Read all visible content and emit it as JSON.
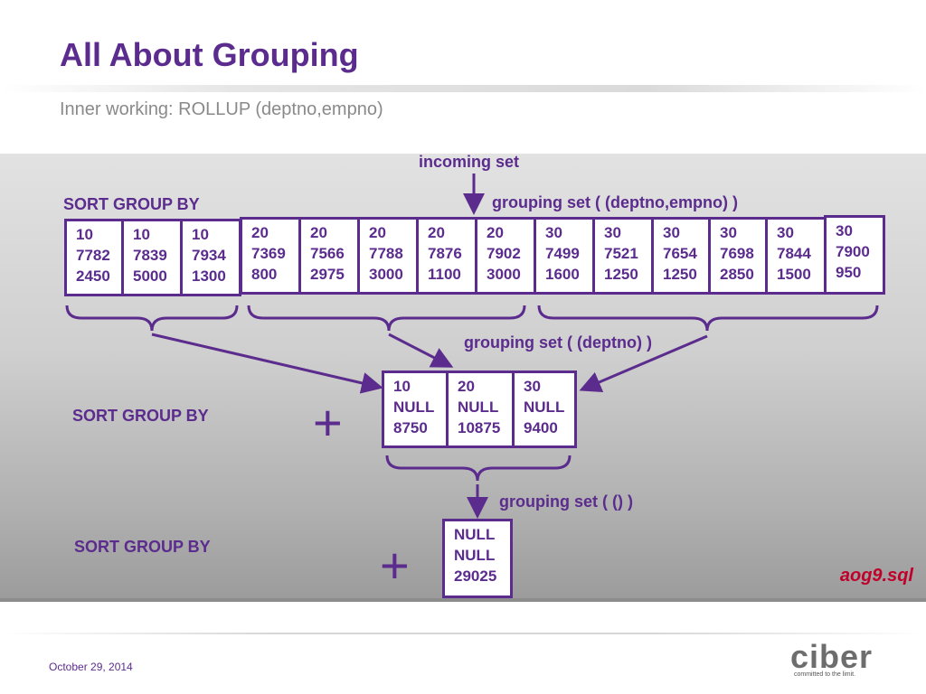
{
  "slide": {
    "title": "All About Grouping",
    "subtitle": "Inner working: ROLLUP (deptno,empno)",
    "date": "October 29, 2014",
    "script_name": "aog9.sql",
    "logo_text": "ciber",
    "logo_tagline": "committed to the limit."
  },
  "labels": {
    "incoming_set": "incoming set",
    "sort_group_by_1": "SORT GROUP BY",
    "sort_group_by_2": "SORT GROUP BY",
    "sort_group_by_3": "SORT GROUP BY",
    "grouping_set_1": "grouping set ( (deptno,empno) )",
    "grouping_set_2": "grouping set ( (deptno) )",
    "grouping_set_3": "grouping set ( () )",
    "plus_1": "+",
    "plus_2": "+"
  },
  "level1_rows": [
    {
      "deptno": "10",
      "empno": "7782",
      "sal": "2450"
    },
    {
      "deptno": "10",
      "empno": "7839",
      "sal": "5000"
    },
    {
      "deptno": "10",
      "empno": "7934",
      "sal": "1300"
    },
    {
      "deptno": "20",
      "empno": "7369",
      "sal": "800"
    },
    {
      "deptno": "20",
      "empno": "7566",
      "sal": "2975"
    },
    {
      "deptno": "20",
      "empno": "7788",
      "sal": "3000"
    },
    {
      "deptno": "20",
      "empno": "7876",
      "sal": "1100"
    },
    {
      "deptno": "20",
      "empno": "7902",
      "sal": "3000"
    },
    {
      "deptno": "30",
      "empno": "7499",
      "sal": "1600"
    },
    {
      "deptno": "30",
      "empno": "7521",
      "sal": "1250"
    },
    {
      "deptno": "30",
      "empno": "7654",
      "sal": "1250"
    },
    {
      "deptno": "30",
      "empno": "7698",
      "sal": "2850"
    },
    {
      "deptno": "30",
      "empno": "7844",
      "sal": "1500"
    },
    {
      "deptno": "30",
      "empno": "7900",
      "sal": "950"
    }
  ],
  "level2_rows": [
    {
      "deptno": "10",
      "empno": "NULL",
      "sal": "8750"
    },
    {
      "deptno": "20",
      "empno": "NULL",
      "sal": "10875"
    },
    {
      "deptno": "30",
      "empno": "NULL",
      "sal": "9400"
    }
  ],
  "level3_rows": [
    {
      "deptno": "NULL",
      "empno": "NULL",
      "sal": "29025"
    }
  ],
  "colors": {
    "accent": "#5b2c8d",
    "script": "#c0002a"
  }
}
